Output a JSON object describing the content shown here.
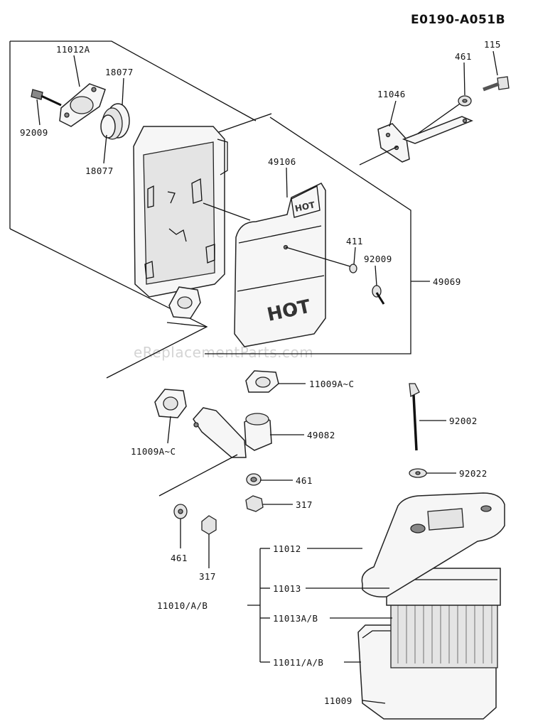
{
  "diagram_code": "E0190-A051B",
  "watermark": "eReplacementParts.com",
  "labels": {
    "p11012A": "11012A",
    "p18077a": "18077",
    "p18077b": "18077",
    "p92009a": "92009",
    "p461a": "461",
    "p115": "115",
    "p11046": "11046",
    "p49106": "49106",
    "p411": "411",
    "p92009b": "92009",
    "p49069": "49069",
    "p11009Aa": "11009A~C",
    "p11009Ab": "11009A~C",
    "p49082": "49082",
    "p461b": "461",
    "p317a": "317",
    "p461c": "461",
    "p317b": "317",
    "p92002": "92002",
    "p92022": "92022",
    "p11012": "11012",
    "p11013": "11013",
    "p11013AB": "11013A/B",
    "p11010AB": "11010/A/B",
    "p11011AB": "11011/A/B",
    "p11009": "11009"
  },
  "shield_stamps": {
    "hot_big": "HOT",
    "hot_small": "HOT"
  }
}
